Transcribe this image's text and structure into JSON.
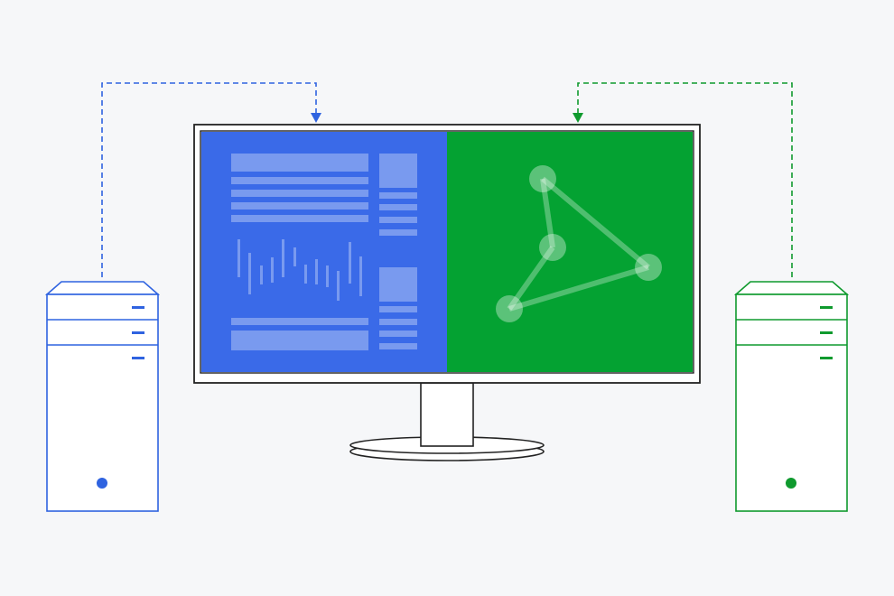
{
  "colors": {
    "background": "#f6f7f9",
    "outline": "#222222",
    "blue": "#2f63e0",
    "blue_panel": "#3a6ae8",
    "green": "#0f9a2e",
    "green_panel": "#04a232",
    "placeholder_light": "#ffffff"
  },
  "components": {
    "left_computer": {
      "kind": "tower-pc",
      "accent": "blue"
    },
    "right_computer": {
      "kind": "tower-pc",
      "accent": "green"
    },
    "monitor": {
      "kind": "wide-monitor",
      "split": "left-blue-right-green"
    }
  },
  "icons": {
    "left_panel": "dashboard-wireframe-icon",
    "right_panel": "network-graph-icon"
  }
}
